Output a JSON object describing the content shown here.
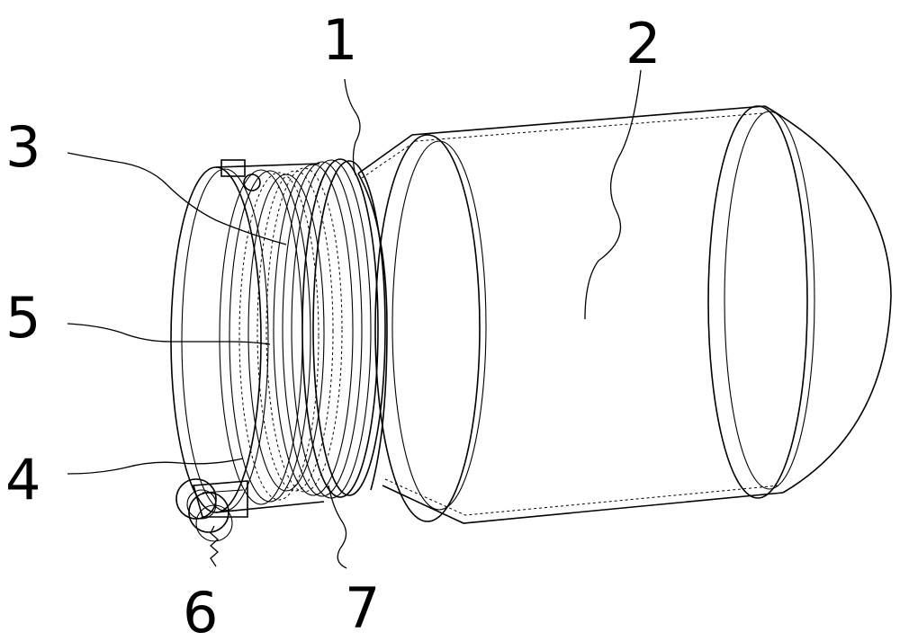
{
  "figure": {
    "labels": {
      "l1": "1",
      "l2": "2",
      "l3": "3",
      "l4": "4",
      "l5": "5",
      "l6": "6",
      "l7": "7"
    }
  }
}
